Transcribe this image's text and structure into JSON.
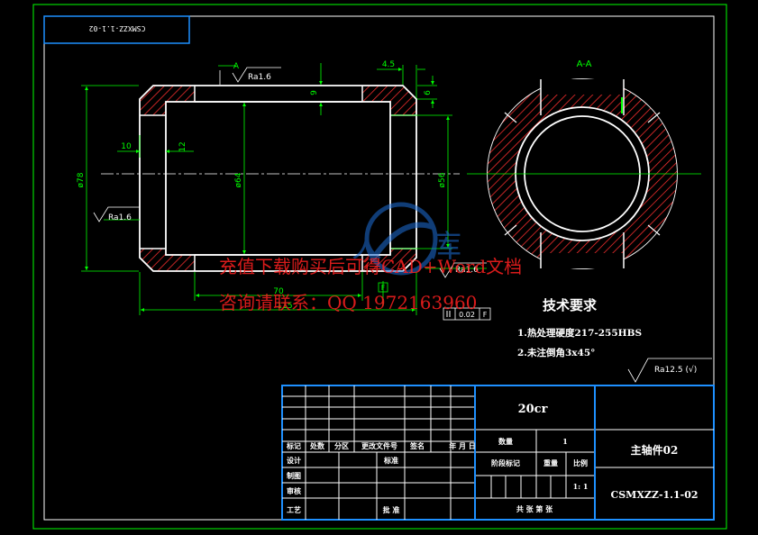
{
  "drawing_number_mirrored": "CSMXZZ-1.1-02",
  "section_label": "A-A",
  "section_marker": "A",
  "dims": {
    "d78": "ø78",
    "d64": "ø64",
    "d56": "ø56",
    "len_10": "10",
    "len_12": "12",
    "len_70": "70",
    "len_115": "115",
    "len_45": "4.5",
    "len_9": "9",
    "len_6": "6"
  },
  "roughness": {
    "ra_top": "Ra1.6",
    "ra_left": "Ra1.6",
    "ra_right": "Ra1.6",
    "ra_general": "Ra12.5 (√)"
  },
  "tolerance": {
    "datum_f": "F",
    "value": "0.02",
    "datum": "F"
  },
  "tech_req": {
    "title": "技术要求",
    "item1": "1.热处理硬度217-255HBS",
    "item2": "2.未注倒角3x45°"
  },
  "watermark": {
    "line1": "充值下载购买后可得CAD+Word文档",
    "line2": "咨询请联系：QQ 1972163960"
  },
  "title_block": {
    "material": "20cr",
    "part_name": "主轴件02",
    "drawing_no": "CSMXZZ-1.1-02",
    "h_mark": "标记",
    "h_count": "处数",
    "h_zone": "分区",
    "h_docno": "更改文件号",
    "h_sign": "签名",
    "h_date": "年 月 日",
    "r_design": "设计",
    "r_std": "标准",
    "r_draw": "制图",
    "r_review": "审核",
    "r_craft": "工艺",
    "r_approve": "批 准",
    "qty_label": "数量",
    "qty_value": "1",
    "stage_label": "阶段标记",
    "weight_label": "重量",
    "scale_label": "比例",
    "scale_value": "1: 1",
    "sheets": "共 张 第 张"
  }
}
